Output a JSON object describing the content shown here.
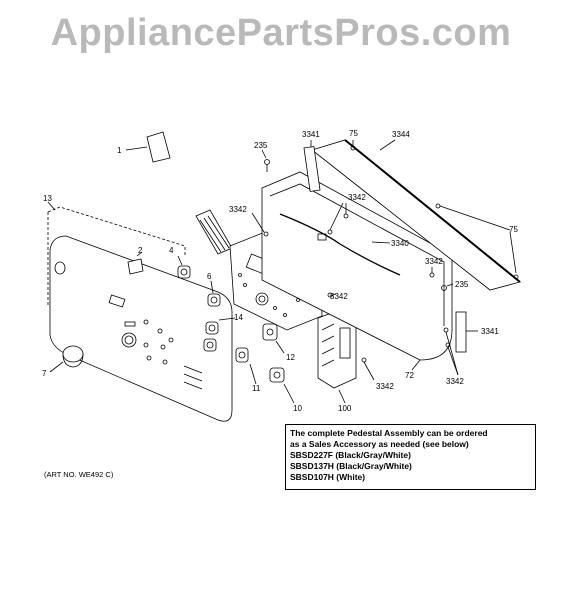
{
  "watermark": "AppliancePartsPros.com",
  "callouts": [
    {
      "id": "c1",
      "text": "1"
    },
    {
      "id": "c235a",
      "text": "235"
    },
    {
      "id": "c3341a",
      "text": "3341"
    },
    {
      "id": "c75a",
      "text": "75"
    },
    {
      "id": "c3344",
      "text": "3344"
    },
    {
      "id": "c13",
      "text": "13"
    },
    {
      "id": "c3342a",
      "text": "3342"
    },
    {
      "id": "c3342b",
      "text": "3342"
    },
    {
      "id": "c75b",
      "text": "75"
    },
    {
      "id": "c2",
      "text": "2"
    },
    {
      "id": "c4",
      "text": "4"
    },
    {
      "id": "c3340",
      "text": "3340"
    },
    {
      "id": "c3342c",
      "text": "3342"
    },
    {
      "id": "c235b",
      "text": "235"
    },
    {
      "id": "c6",
      "text": "6"
    },
    {
      "id": "c3342d",
      "text": "3342"
    },
    {
      "id": "c14",
      "text": "14"
    },
    {
      "id": "c3341b",
      "text": "3341"
    },
    {
      "id": "c12",
      "text": "12"
    },
    {
      "id": "c7",
      "text": "7"
    },
    {
      "id": "c72",
      "text": "72"
    },
    {
      "id": "c3342e",
      "text": "3342"
    },
    {
      "id": "c3342f",
      "text": "3342"
    },
    {
      "id": "c11",
      "text": "11"
    },
    {
      "id": "c100",
      "text": "100"
    },
    {
      "id": "c10",
      "text": "10"
    }
  ],
  "note": {
    "lines": [
      "The complete Pedestal Assembly can be ordered",
      "as a Sales Accessory as needed (see below)",
      "SBSD227F (Black/Gray/White)",
      "SBSD137H (Black/Gray/White)",
      "SBSD107H (White)"
    ]
  },
  "art_number": "(ART NO. WE492 C)"
}
